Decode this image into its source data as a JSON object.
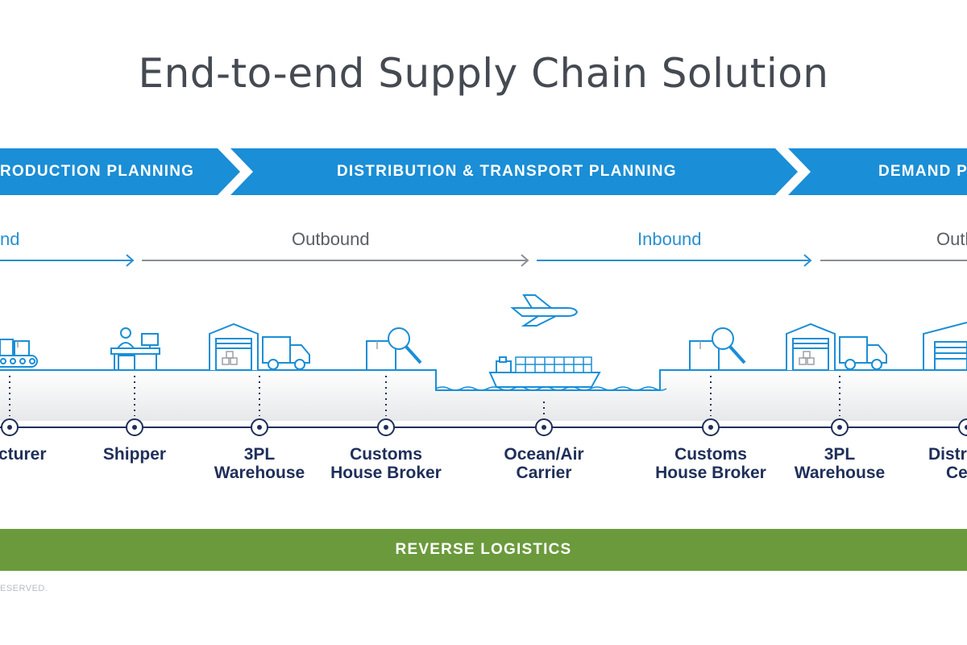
{
  "title": "End-to-end Supply Chain Solution",
  "phases": [
    {
      "label": "RODUCTION PLANNING"
    },
    {
      "label": "DISTRIBUTION & TRANSPORT PLANNING"
    },
    {
      "label": "DEMAND P"
    }
  ],
  "flows": [
    {
      "label": "nd",
      "kind": "inbound"
    },
    {
      "label": "Outbound",
      "kind": "outbound"
    },
    {
      "label": "Inbound",
      "kind": "inbound"
    },
    {
      "label": "Outb",
      "kind": "outbound"
    }
  ],
  "nodes": [
    {
      "line1": "ufacturer",
      "line2": "",
      "icon": "conveyor-boxes-icon"
    },
    {
      "line1": "Shipper",
      "line2": "",
      "icon": "shipper-desk-icon"
    },
    {
      "line1": "3PL",
      "line2": "Warehouse",
      "icon": "warehouse-truck-icon"
    },
    {
      "line1": "Customs",
      "line2": "House Broker",
      "icon": "box-magnifier-icon"
    },
    {
      "line1": "Ocean/Air",
      "line2": "Carrier",
      "icon": "ship-plane-icon"
    },
    {
      "line1": "Customs",
      "line2": "House Broker",
      "icon": "box-magnifier-icon"
    },
    {
      "line1": "3PL",
      "line2": "Warehouse",
      "icon": "warehouse-truck-icon"
    },
    {
      "line1": "Distri",
      "line2": "Cer",
      "icon": "warehouse-icon"
    }
  ],
  "reverse": {
    "label": "REVERSE LOGISTICS"
  },
  "footer": {
    "text": "ESERVED."
  },
  "colors": {
    "blue": "#1a8ed6",
    "green": "#6b9a3c",
    "navy": "#1f2f5a",
    "grey": "#8a8f96"
  }
}
